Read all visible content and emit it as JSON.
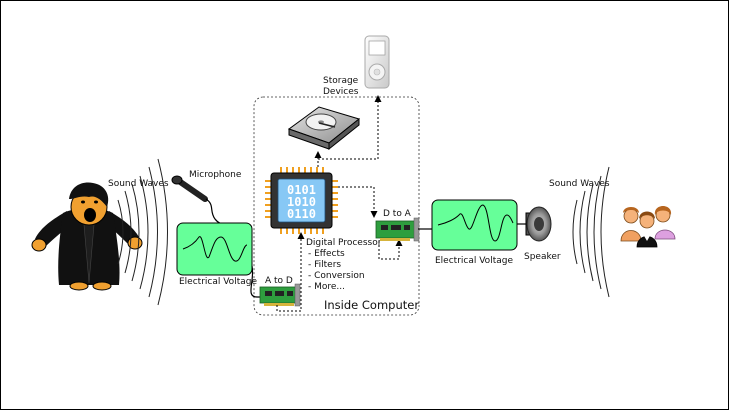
{
  "labels": {
    "sound_waves_left": "Sound Waves",
    "microphone": "Microphone",
    "electrical_voltage_left": "Electrical Voltage",
    "a_to_d": "A to D",
    "storage_line1": "Storage",
    "storage_line2": "Devices",
    "digital_processor": "Digital Processor",
    "dp_effects": "- Effects",
    "dp_filters": "- Filters",
    "dp_conversion": "- Conversion",
    "dp_more": "- More...",
    "inside_computer": "Inside Computer",
    "d_to_a": "D to A",
    "electrical_voltage_right": "Electrical Voltage",
    "speaker": "Speaker",
    "sound_waves_right": "Sound Waves"
  },
  "chip_bits": [
    "0101",
    "1010",
    "0110"
  ],
  "colors": {
    "scope_green": "#66ff99",
    "board_green": "#2e9e3e",
    "chip_body": "#333333",
    "chip_screen": "#87c8f5",
    "chip_pins": "#f0a020",
    "singer_coat": "#111111",
    "singer_skin": "#f0a030"
  },
  "icons": [
    "singer-icon",
    "microphone-icon",
    "hard-drive-icon",
    "ipod-icon",
    "processor-chip-icon",
    "a-to-d-board-icon",
    "d-to-a-board-icon",
    "speaker-icon",
    "audience-icon"
  ]
}
